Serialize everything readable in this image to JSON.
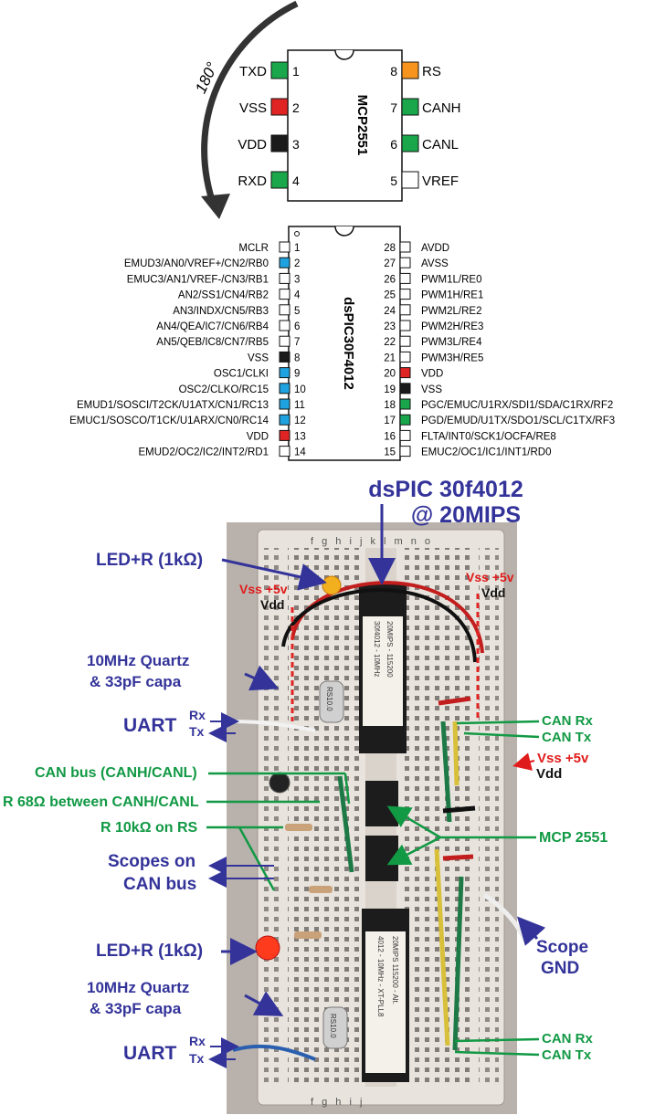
{
  "colors": {
    "green": "#1aa64b",
    "red": "#e02424",
    "black": "#1a1a1a",
    "blue": "#1ea3e0",
    "orange": "#f7941d",
    "callout_blue": "#33339a",
    "callout_green": "#119944",
    "callout_red": "#e01b1b"
  },
  "mcp2551": {
    "chip_name": "MCP2551",
    "rotation_label": "180°",
    "left_pins": [
      {
        "num": "1",
        "name": "TXD"
      },
      {
        "num": "2",
        "name": "VSS"
      },
      {
        "num": "3",
        "name": "VDD"
      },
      {
        "num": "4",
        "name": "RXD"
      }
    ],
    "right_pins": [
      {
        "num": "8",
        "name": "RS"
      },
      {
        "num": "7",
        "name": "CANH"
      },
      {
        "num": "6",
        "name": "CANL"
      },
      {
        "num": "5",
        "name": "VREF"
      }
    ]
  },
  "dspic": {
    "chip_name": "dsPIC30F4012",
    "left_pins": [
      {
        "num": "1",
        "label": "MCLR"
      },
      {
        "num": "2",
        "label": "EMUD3/AN0/VREF+/CN2/RB0"
      },
      {
        "num": "3",
        "label": "EMUC3/AN1/VREF-/CN3/RB1"
      },
      {
        "num": "4",
        "label": "AN2/SS1/CN4/RB2"
      },
      {
        "num": "5",
        "label": "AN3/INDX/CN5/RB3"
      },
      {
        "num": "6",
        "label": "AN4/QEA/IC7/CN6/RB4"
      },
      {
        "num": "7",
        "label": "AN5/QEB/IC8/CN7/RB5"
      },
      {
        "num": "8",
        "label": "VSS"
      },
      {
        "num": "9",
        "label": "OSC1/CLKI"
      },
      {
        "num": "10",
        "label": "OSC2/CLKO/RC15"
      },
      {
        "num": "11",
        "label": "EMUD1/SOSCI/T2CK/U1ATX/CN1/RC13"
      },
      {
        "num": "12",
        "label": "EMUC1/SOSCO/T1CK/U1ARX/CN0/RC14"
      },
      {
        "num": "13",
        "label": "VDD"
      },
      {
        "num": "14",
        "label": "EMUD2/OC2/IC2/INT2/RD1"
      }
    ],
    "right_pins": [
      {
        "num": "28",
        "label": "AVDD"
      },
      {
        "num": "27",
        "label": "AVSS"
      },
      {
        "num": "26",
        "label": "PWM1L/RE0"
      },
      {
        "num": "25",
        "label": "PWM1H/RE1"
      },
      {
        "num": "24",
        "label": "PWM2L/RE2"
      },
      {
        "num": "23",
        "label": "PWM2H/RE3"
      },
      {
        "num": "22",
        "label": "PWM3L/RE4"
      },
      {
        "num": "21",
        "label": "PWM3H/RE5"
      },
      {
        "num": "20",
        "label": "VDD"
      },
      {
        "num": "19",
        "label": "VSS"
      },
      {
        "num": "18",
        "label": "PGC/EMUC/U1RX/SDI1/SDA/C1RX/RF2"
      },
      {
        "num": "17",
        "label": "PGD/EMUD/U1TX/SDO1/SCL/C1TX/RF3"
      },
      {
        "num": "16",
        "label": "FLTA/INT0/SCK1/OCFA/RE8"
      },
      {
        "num": "15",
        "label": "EMUC2/OC1/IC1/INT1/RD0"
      }
    ]
  },
  "photo": {
    "title_line1": "dsPIC 30f4012",
    "title_line2": "@ 20MIPS",
    "led_top": "LED+R (1kΩ)",
    "vss_left": "Vss +5v",
    "vdd_left": "Vdd",
    "vss_right": "Vss +5v",
    "vdd_right": "Vdd",
    "quartz_top_1": "10MHz Quartz",
    "quartz_top_2": "& 33pF capa",
    "uart_top": "UART",
    "rx_top": "Rx",
    "tx_top": "Tx",
    "can_rx_top": "CAN Rx",
    "can_tx_top": "CAN Tx",
    "vss_mid": "Vss +5v",
    "vdd_mid": "Vdd",
    "can_bus": "CAN bus (CANH/CANL)",
    "r68": "R 68Ω between CANH/CANL",
    "r10k": "R 10kΩ on RS",
    "mcp_label": "MCP 2551",
    "scopes_1": "Scopes on",
    "scopes_2": "CAN bus",
    "led_bottom": "LED+R (1kΩ)",
    "scope_gnd_1": "Scope",
    "scope_gnd_2": "GND",
    "quartz_bot_1": "10MHz Quartz",
    "quartz_bot_2": "& 33pF capa",
    "uart_bot": "UART",
    "rx_bot": "Rx",
    "tx_bot": "Tx",
    "can_rx_bot": "CAN Rx",
    "can_tx_bot": "CAN Tx",
    "board_cols_top": "f g h i j   k l m n o",
    "board_cols_bot": "f g h i j",
    "chip_handwriting_1": "30f4012 - 10MHz",
    "chip_handwriting_2": "20MIPS - 115200",
    "chip_handwriting_3": "4012 - 10MHz - XT-PLL8",
    "chip_handwriting_4": "20MIPS 115200 - Alt.",
    "quartz_mark_top": "RS10.0",
    "quartz_mark_bot": "RS10.0"
  }
}
